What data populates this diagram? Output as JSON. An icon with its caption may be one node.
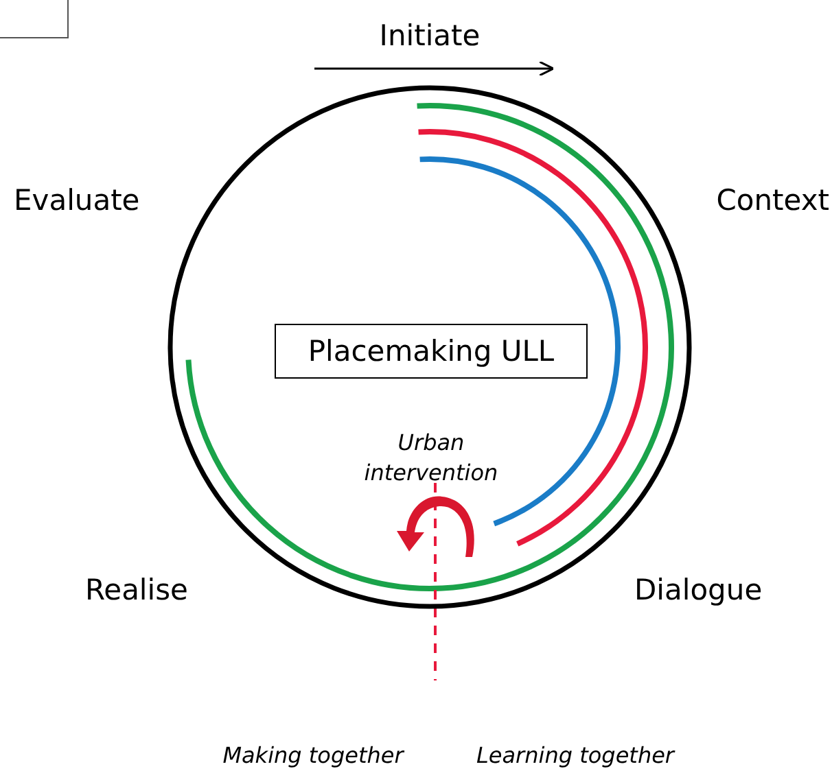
{
  "diagram": {
    "nodes": [
      {
        "text": [],
        "shape": "box"
      },
      {
        "text": [],
        "shape": "circle"
      },
      {
        "text": [
          "Placemaking ULL"
        ],
        "in": 1
      }
    ],
    "labels": [
      "Initiate",
      "Evaluate",
      "Context",
      "Urban intervention",
      "Realise",
      "Dialogue",
      "Making together",
      "Learning together"
    ]
  }
}
